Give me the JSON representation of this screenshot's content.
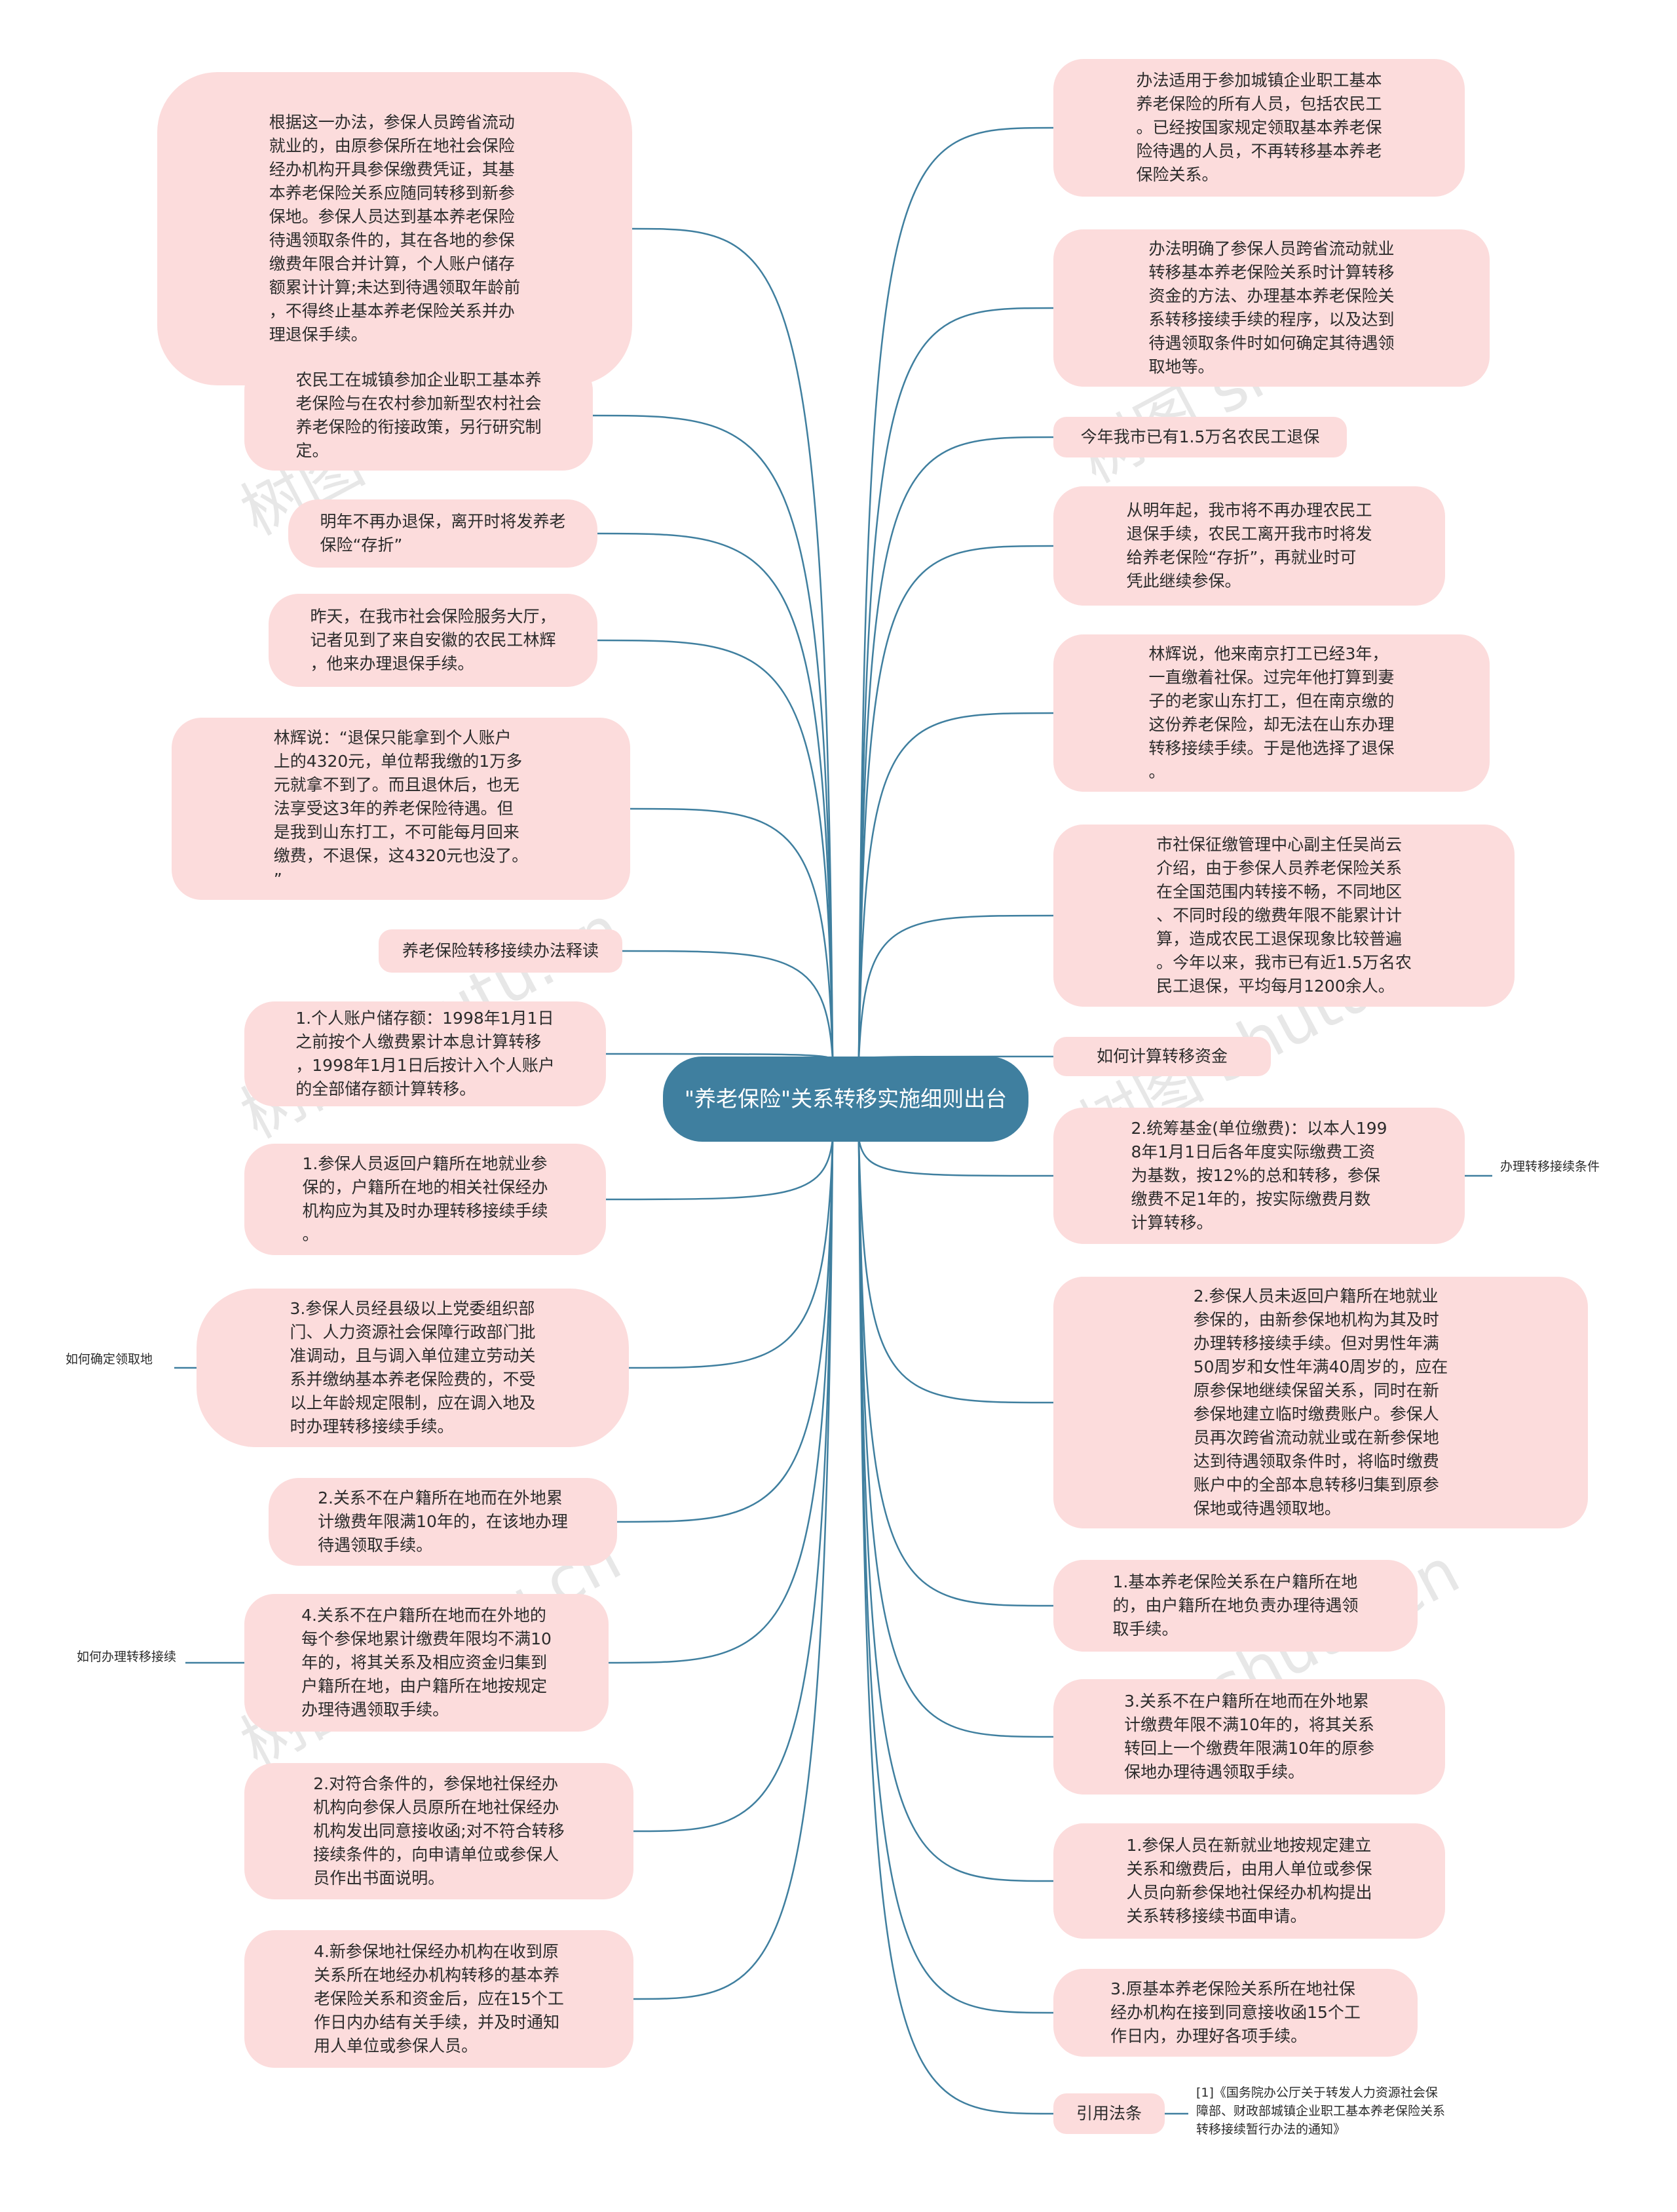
{
  "root": {
    "title": "\"养老保险\"关系转移实施细则出台"
  },
  "left_nodes": [
    {
      "text": "根据这一办法，参保人员跨省流动\n就业的，由原参保所在地社会保险\n经办机构开具参保缴费凭证，其基\n本养老保险关系应随同转移到新参\n保地。参保人员达到基本养老保险\n待遇领取条件的，其在各地的参保\n缴费年限合并计算，个人账户储存\n额累计计算;未达到待遇领取年龄前\n，不得终止基本养老保险关系并办\n理退保手续。"
    },
    {
      "text": "农民工在城镇参加企业职工基本养\n老保险与在农村参加新型农村社会\n养老保险的衔接政策，另行研究制\n定。"
    },
    {
      "text": "明年不再办退保，离开时将发养老\n保险“存折”"
    },
    {
      "text": "昨天，在我市社会保险服务大厅，\n记者见到了来自安徽的农民工林辉\n，他来办理退保手续。"
    },
    {
      "text": "林辉说：“退保只能拿到个人账户\n上的4320元，单位帮我缴的1万多\n元就拿不到了。而且退休后，也无\n法享受这3年的养老保险待遇。但\n是我到山东打工，不可能每月回来\n缴费，不退保，这4320元也没了。\n”"
    },
    {
      "text": "养老保险转移接续办法释读"
    },
    {
      "text": "1.个人账户储存额：1998年1月1日\n之前按个人缴费累计本息计算转移\n，1998年1月1日后按计入个人账户\n的全部储存额计算转移。"
    },
    {
      "text": "1.参保人员返回户籍所在地就业参\n保的，户籍所在地的相关社保经办\n机构应为其及时办理转移接续手续\n。"
    },
    {
      "text": "3.参保人员经县级以上党委组织部\n门、人力资源社会保障行政部门批\n准调动，且与调入单位建立劳动关\n系并缴纳基本养老保险费的，不受\n以上年龄规定限制，应在调入地及\n时办理转移接续手续。"
    },
    {
      "text": "2.关系不在户籍所在地而在外地累\n计缴费年限满10年的，在该地办理\n待遇领取手续。"
    },
    {
      "text": "4.关系不在户籍所在地而在外地的\n每个参保地累计缴费年限均不满10\n年的，将其关系及相应资金归集到\n户籍所在地，由户籍所在地按规定\n办理待遇领取手续。"
    },
    {
      "text": "2.对符合条件的，参保地社保经办\n机构向参保人员原所在地社保经办\n机构发出同意接收函;对不符合转移\n接续条件的，向申请单位或参保人\n员作出书面说明。"
    },
    {
      "text": "4.新参保地社保经办机构在收到原\n关系所在地经办机构转移的基本养\n老保险关系和资金后，应在15个工\n作日内办结有关手续，并及时通知\n用人单位或参保人员。"
    }
  ],
  "right_nodes": [
    {
      "text": "办法适用于参加城镇企业职工基本\n养老保险的所有人员，包括农民工\n。已经按国家规定领取基本养老保\n险待遇的人员，不再转移基本养老\n保险关系。"
    },
    {
      "text": "办法明确了参保人员跨省流动就业\n转移基本养老保险关系时计算转移\n资金的方法、办理基本养老保险关\n系转移接续手续的程序，以及达到\n待遇领取条件时如何确定其待遇领\n取地等。"
    },
    {
      "text": "今年我市已有1.5万名农民工退保"
    },
    {
      "text": "从明年起，我市将不再办理农民工\n退保手续，农民工离开我市时将发\n给养老保险“存折”，再就业时可\n凭此继续参保。"
    },
    {
      "text": "林辉说，他来南京打工已经3年，\n一直缴着社保。过完年他打算到妻\n子的老家山东打工，但在南京缴的\n这份养老保险，却无法在山东办理\n转移接续手续。于是他选择了退保\n。"
    },
    {
      "text": "市社保征缴管理中心副主任吴尚云\n介绍，由于参保人员养老保险关系\n在全国范围内转接不畅，不同地区\n、不同时段的缴费年限不能累计计\n算，造成农民工退保现象比较普遍\n。今年以来，我市已有近1.5万名农\n民工退保，平均每月1200余人。"
    },
    {
      "text": "如何计算转移资金"
    },
    {
      "text": "2.统筹基金(单位缴费)：以本人199\n8年1月1日后各年度实际缴费工资\n为基数，按12%的总和转移，参保\n缴费不足1年的，按实际缴费月数\n计算转移。"
    },
    {
      "text": "2.参保人员未返回户籍所在地就业\n参保的，由新参保地机构为其及时\n办理转移接续手续。但对男性年满\n50周岁和女性年满40周岁的，应在\n原参保地继续保留关系，同时在新\n参保地建立临时缴费账户。参保人\n员再次跨省流动就业或在新参保地\n达到待遇领取条件时，将临时缴费\n账户中的全部本息转移归集到原参\n保地或待遇领取地。"
    },
    {
      "text": "1.基本养老保险关系在户籍所在地\n的，由户籍所在地负责办理待遇领\n取手续。"
    },
    {
      "text": "3.关系不在户籍所在地而在外地累\n计缴费年限不满10年的，将其关系\n转回上一个缴费年限满10年的原参\n保地办理待遇领取手续。"
    },
    {
      "text": "1.参保人员在新就业地按规定建立\n关系和缴费后，由用人单位或参保\n人员向新参保地社保经办机构提出\n关系转移接续书面申请。"
    },
    {
      "text": "3.原基本养老保险关系所在地社保\n经办机构在接到同意接收函15个工\n作日内，办理好各项手续。"
    },
    {
      "text": "引用法条"
    }
  ],
  "outer_labels": [
    {
      "text": "如何确定领取地"
    },
    {
      "text": "如何办理转移接续"
    },
    {
      "text": "办理转移接续条件"
    },
    {
      "text": "[1]《国务院办公厅关于转发人力资源社会保\n障部、财政部城镇企业职工基本养老保险关系\n转移接续暂行办法的通知》"
    }
  ],
  "watermark": {
    "text": "树图 shutu.cn"
  },
  "colors": {
    "root_fill": "#3f7f9f",
    "node_fill": "#fcdcdc",
    "line": "#3f7f9f"
  }
}
